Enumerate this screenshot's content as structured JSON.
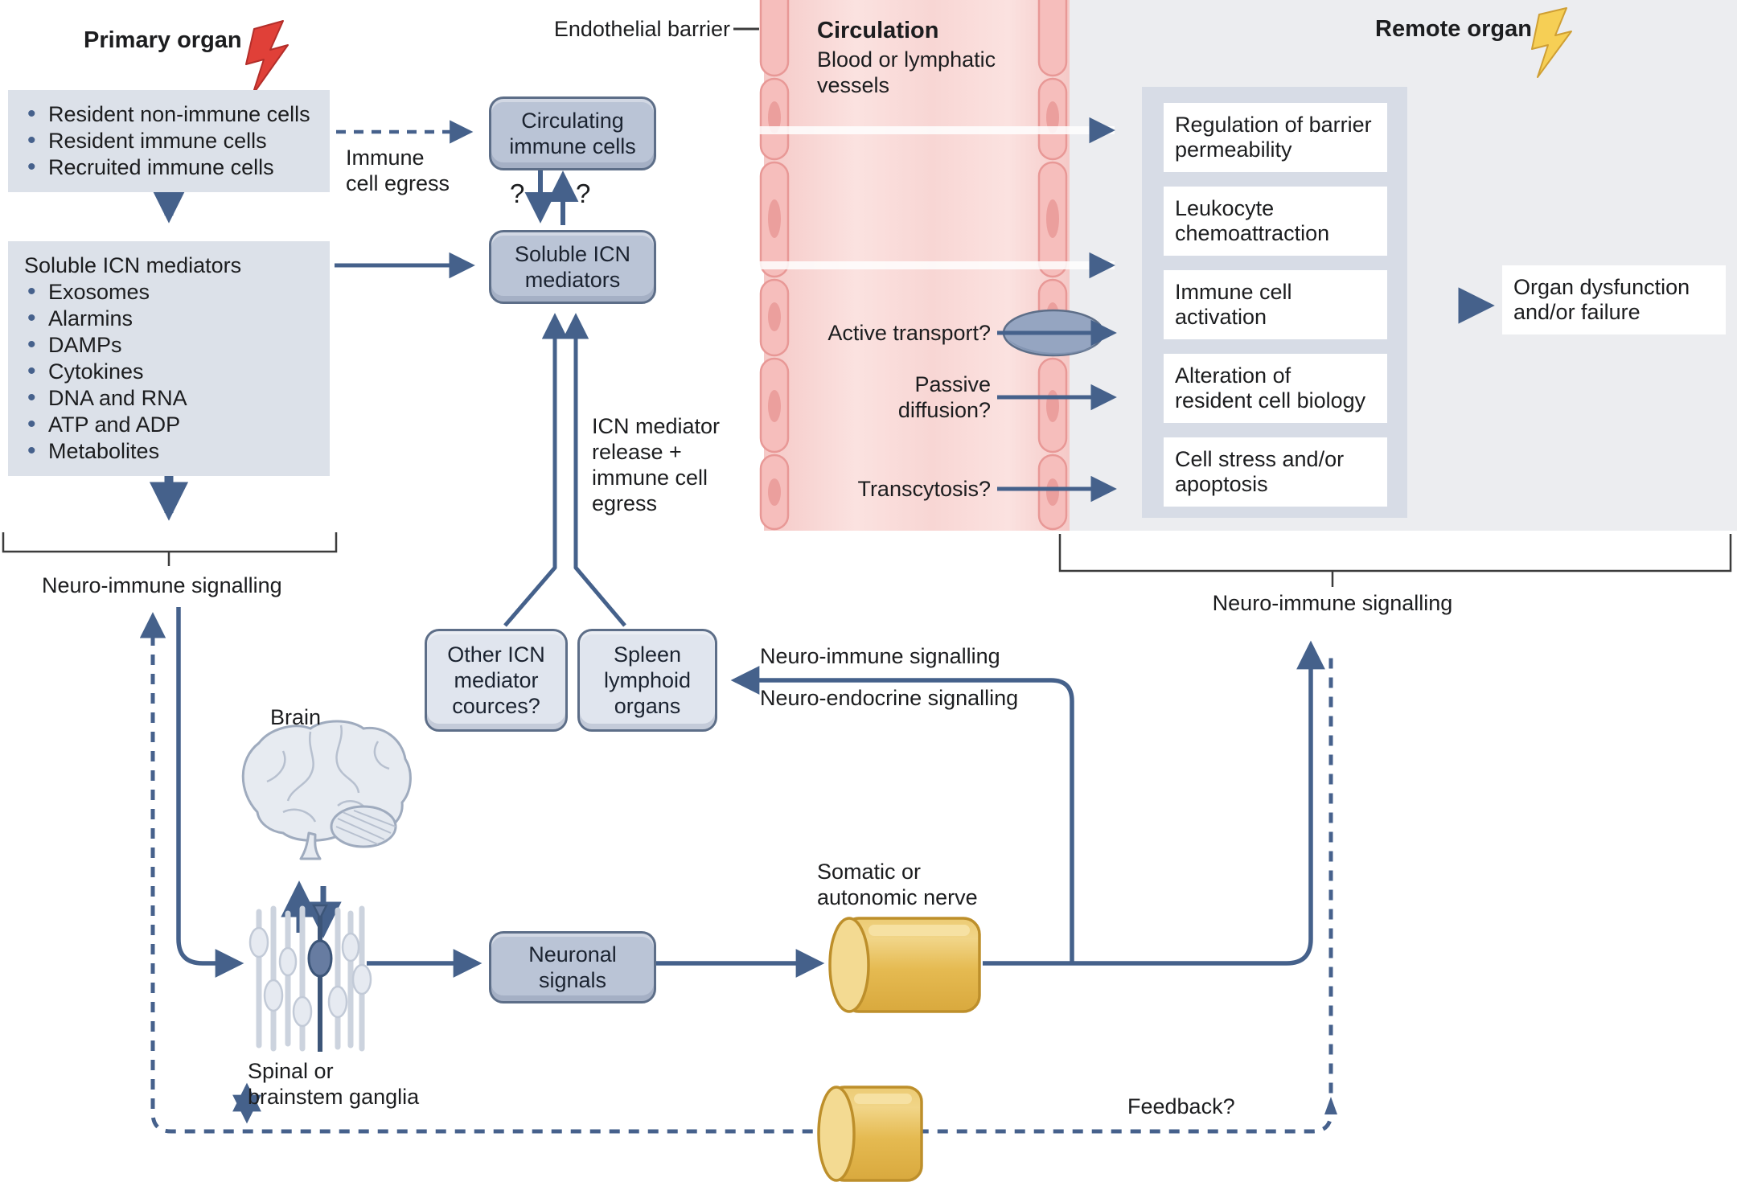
{
  "colors": {
    "arrow_slate": "#45618b",
    "dashed_slate": "#46618c",
    "node_fill": "#bac4d6",
    "node_fill_light": "#e0e5ee",
    "node_border": "#5d6e88",
    "list_box_fill": "#dce1e9",
    "pink_band": "#f7d4d2",
    "endothelial_cell_fill": "#f6bebc",
    "endothelial_cell_border": "#e89896",
    "remote_panel": "#ecedf0",
    "remote_inner": "#d7dce6",
    "nerve_yellow": "#e8c160",
    "nerve_yellow_border": "#bd8f2b",
    "lightning_red": "#e04038",
    "lightning_yellow": "#f6cf55",
    "text": "#1c1d1f"
  },
  "primary": {
    "title": "Primary organ",
    "cells_box": {
      "items": [
        "Resident non-immune cells",
        "Resident immune cells",
        "Recruited immune cells"
      ]
    },
    "mediators_box": {
      "title": "Soluble ICN mediators",
      "items": [
        "Exosomes",
        "Alarmins",
        "DAMPs",
        "Cytokines",
        "DNA and RNA",
        "ATP and ADP",
        "Metabolites"
      ]
    },
    "bracket_label": "Neuro-immune signalling"
  },
  "flow": {
    "immune_cell_egress": "Immune\ncell egress",
    "circulating_node": "Circulating\nimmune cells",
    "soluble_node": "Soluble ICN\nmediators",
    "question_left": "?",
    "question_right": "?",
    "icn_release": "ICN mediator\nrelease +\nimmune cell\negress",
    "other_node": "Other ICN\nmediator\ncources?",
    "spleen_node": "Spleen\nlymphoid\norgans",
    "neuro_immune": "Neuro-immune signalling",
    "neuro_endocrine": "Neuro-endocrine signalling"
  },
  "circulation": {
    "endothelial_label": "Endothelial barrier",
    "title": "Circulation",
    "subtitle": "Blood or lymphatic\nvessels",
    "active_transport": "Active transport?",
    "passive_diffusion": "Passive\ndiffusion?",
    "transcytosis": "Transcytosis?"
  },
  "remote": {
    "title": "Remote organ",
    "effects": [
      "Regulation of barrier\npermeability",
      "Leukocyte\nchemoattraction",
      "Immune cell\nactivation",
      "Alteration of\nresident cell biology",
      "Cell stress and/or\napoptosis"
    ],
    "outcome": "Organ dysfunction\nand/or failure",
    "bracket_label": "Neuro-immune signalling"
  },
  "neuro": {
    "brain_label": "Brain",
    "ganglia_label": "Spinal or\nbrainstem ganglia",
    "neuronal_node": "Neuronal\nsignals",
    "nerve_label": "Somatic or\nautonomic nerve",
    "feedback_label": "Feedback?"
  }
}
